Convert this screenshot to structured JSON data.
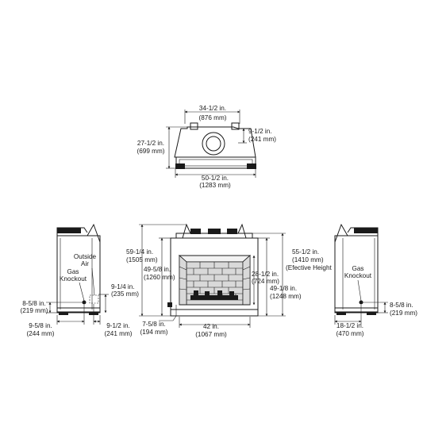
{
  "top_view": {
    "width_in": "34-1/2 in.",
    "width_mm": "(876 mm)",
    "right_depth_in": "9-1/2 in.",
    "right_depth_mm": "(241 mm)",
    "depth_in": "27-1/2 in.",
    "depth_mm": "(699 mm)",
    "overall_width_in": "50-1/2 in.",
    "overall_width_mm": "(1283 mm)"
  },
  "left_side_view": {
    "outside_air_label_1": "Outside",
    "outside_air_label_2": "Air",
    "gas_knockout_label_1": "Gas",
    "gas_knockout_label_2": "Knockout",
    "air_height_in": "9-1/4 in.",
    "air_height_mm": "(235 mm)",
    "knockout_height_in": "8-5/8 in.",
    "knockout_height_mm": "(219 mm)",
    "bottom_left_in": "9-5/8 in.",
    "bottom_left_mm": "(244 mm)",
    "bottom_right_in": "9-1/2 in.",
    "bottom_right_mm": "(241 mm)"
  },
  "front_view": {
    "overall_height_in": "59-1/4 in.",
    "overall_height_mm": "(1505 mm)",
    "inner_height_in": "49-5/8 in.",
    "inner_height_mm": "(1260 mm)",
    "opening_height_in": "28-1/2 in.",
    "opening_height_mm": "(724 mm)",
    "effective_height_in": "55-1/2 in.",
    "effective_height_mm": "(1410 mm)",
    "effective_height_label": "(Efective Height",
    "right_height_in": "49-1/8 in.",
    "right_height_mm": "(1248 mm)",
    "base_height_in": "7-5/8 in.",
    "base_height_mm": "(194 mm)",
    "opening_width_in": "42 in.",
    "opening_width_mm": "(1067 mm)"
  },
  "right_side_view": {
    "gas_knockout_label_1": "Gas",
    "gas_knockout_label_2": "Knockout",
    "knockout_height_in": "8-5/8 in.",
    "knockout_height_mm": "(219 mm)",
    "depth_in": "18-1/2 in.",
    "depth_mm": "(470 mm)"
  }
}
